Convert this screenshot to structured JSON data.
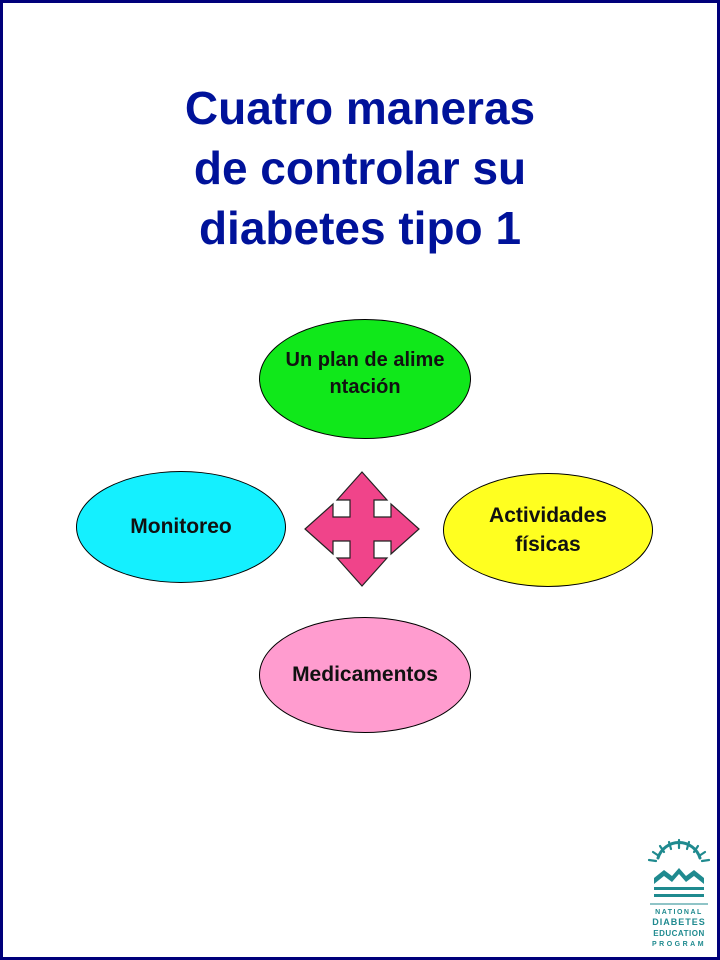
{
  "title": {
    "line1": "Cuatro maneras",
    "line2": "de controlar su",
    "line3": "diabetes tipo 1"
  },
  "nodes": {
    "top": "Un plan de alimentación",
    "left": "Monitoreo",
    "right_line1": "Actividades",
    "right_line2": "físicas",
    "bottom": "Medicamentos"
  },
  "logo": {
    "line1": "NATIONAL",
    "line2": "DIABETES",
    "line3": "EDUCATION",
    "line4": "PROGRAM"
  },
  "colors": {
    "title": "#00129a",
    "top": "#10e81a",
    "left": "#14f0ff",
    "right": "#ffff20",
    "bottom": "#ff9ccf",
    "arrow": "#f0448a",
    "logo": "#1f8a8f"
  }
}
